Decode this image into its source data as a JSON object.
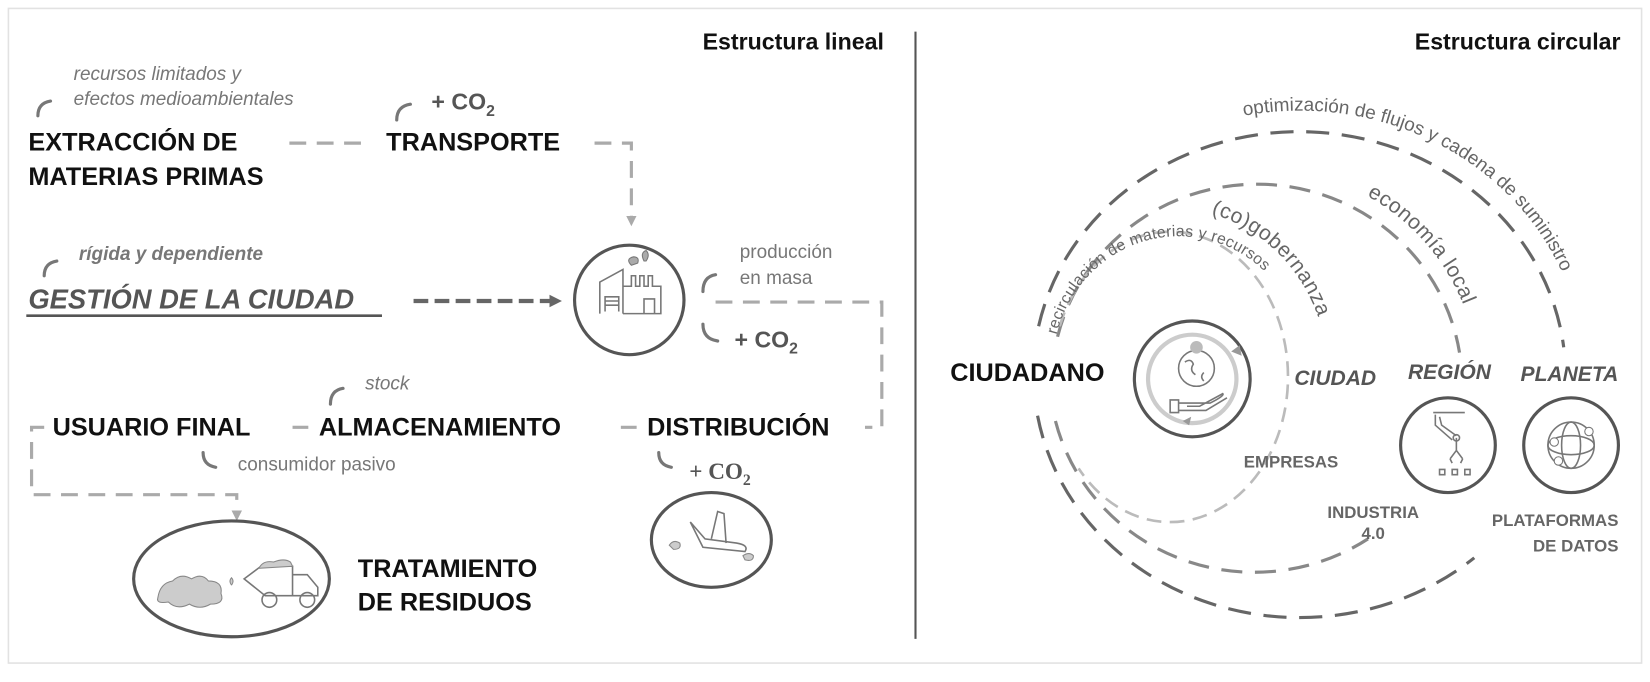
{
  "linear": {
    "title": "Estructura lineal",
    "extraction_note_1": "recursos limitados y",
    "extraction_note_2": "efectos medioambientales",
    "extraction_1": "EXTRACCIÓN DE",
    "extraction_2": "MATERIAS PRIMAS",
    "co2_plus": "+ CO",
    "co2_sub": "2",
    "transport": "TRANSPORTE",
    "city_note": "rígida y dependiente",
    "city_management": "GESTIÓN DE LA CIUDAD",
    "production_1": "producción",
    "production_2": "en masa",
    "stock_note": "stock",
    "end_user": "USUARIO FINAL",
    "storage": "ALMACENAMIENTO",
    "distribution": "DISTRIBUCIÓN",
    "consumer_note": "consumidor pasivo",
    "waste_1": "TRATAMIENTO",
    "waste_2": "DE RESIDUOS"
  },
  "circular": {
    "title": "Estructura circular",
    "citizen": "CIUDADANO",
    "city": "CIUDAD",
    "region": "REGIÓN",
    "planet": "PLANETA",
    "companies": "EMPRESAS",
    "industry_1": "INDUSTRIA",
    "industry_2": "4.0",
    "platforms_1": "PLATAFORMAS",
    "platforms_2": "DE DATOS",
    "arc_outer": "optimización de flujos y cadena de suministro",
    "arc_middle": "economía local",
    "arc_inner": "(co)gobernanza",
    "arc_recirculation": "recirculación de materias y recursos"
  }
}
